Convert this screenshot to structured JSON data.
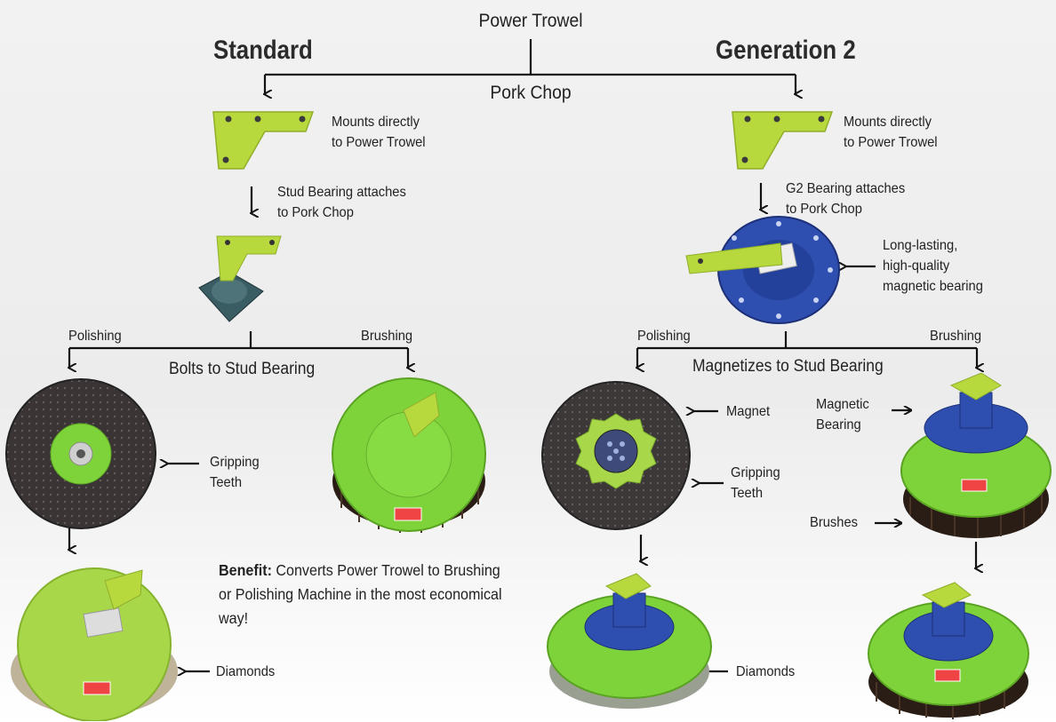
{
  "root": {
    "label": "Power Trowel"
  },
  "standard": {
    "heading": "Standard",
    "mount_note": [
      "Mounts directly",
      "to Power Trowel"
    ],
    "bearing_note": [
      "Stud Bearing attaches",
      "to Pork Chop"
    ],
    "polishing_label": "Polishing",
    "brushing_label": "Brushing",
    "bolts_label": "Bolts to Stud Bearing",
    "gripping_note": [
      "Gripping",
      "Teeth"
    ],
    "diamonds_note": "Diamonds",
    "benefit_label": "Benefit:",
    "benefit_text": " Converts Power Trowel to Brushing or Polishing Machine in the most economical way!"
  },
  "pork_chop_label": "Pork Chop",
  "generation2": {
    "heading": "Generation 2",
    "mount_note": [
      "Mounts directly",
      "to Power Trowel"
    ],
    "bearing_note": [
      "G2 Bearing attaches",
      "to Pork Chop"
    ],
    "quality_note": [
      "Long-lasting,",
      "high-quality",
      "magnetic bearing"
    ],
    "polishing_label": "Polishing",
    "brushing_label": "Brushing",
    "magnetizes_label": "Magnetizes to Stud Bearing",
    "magnet_note": "Magnet",
    "gripping_note": [
      "Gripping",
      "Teeth"
    ],
    "magnetic_bearing_note": [
      "Magnetic",
      "Bearing"
    ],
    "brushes_note": "Brushes",
    "diamonds_note": "Diamonds"
  },
  "colors": {
    "lime": "#b7d93e",
    "pad_green": "#7fd33a",
    "blue_bearing": "#2e4fb0",
    "dark_pad": "#3a3434",
    "bristle": "#2a1d16"
  }
}
